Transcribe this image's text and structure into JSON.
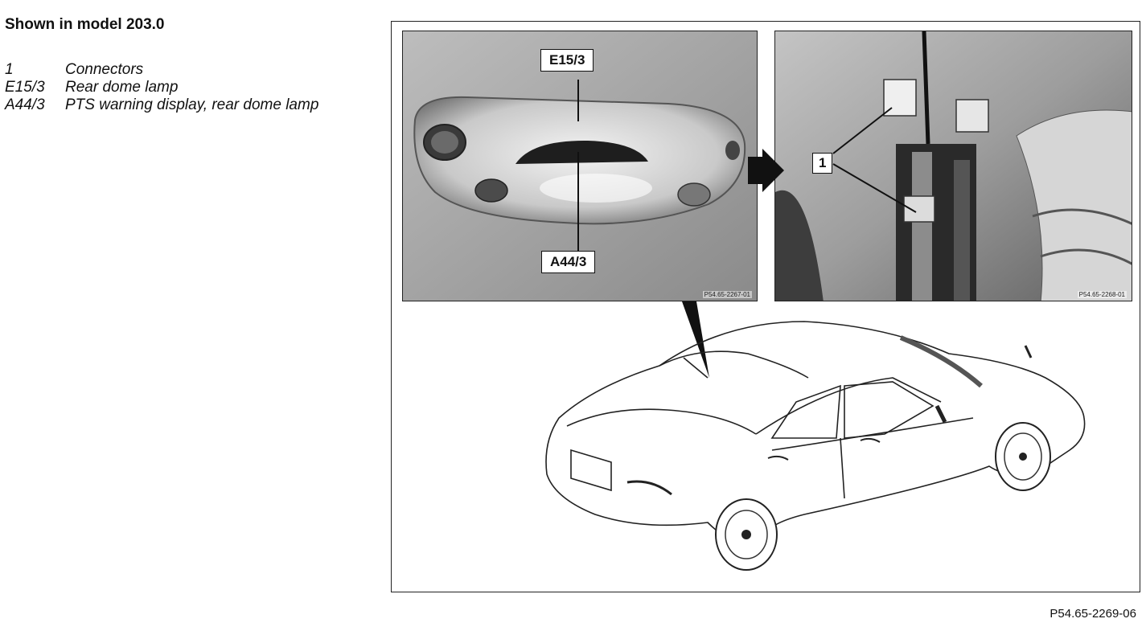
{
  "heading": "Shown in model 203.0",
  "legend": [
    {
      "key": "1",
      "text": "Connectors"
    },
    {
      "key": "E15/3",
      "text": "Rear dome lamp"
    },
    {
      "key": "A44/3",
      "text": "PTS warning display, rear dome lamp"
    }
  ],
  "callouts": {
    "e153": "E15/3",
    "a443": "A44/3",
    "connector": "1"
  },
  "photo_codes": {
    "left": "P54.65-2267-01",
    "right": "P54.65-2268-01"
  },
  "figure_code": "P54.65-2269-06"
}
